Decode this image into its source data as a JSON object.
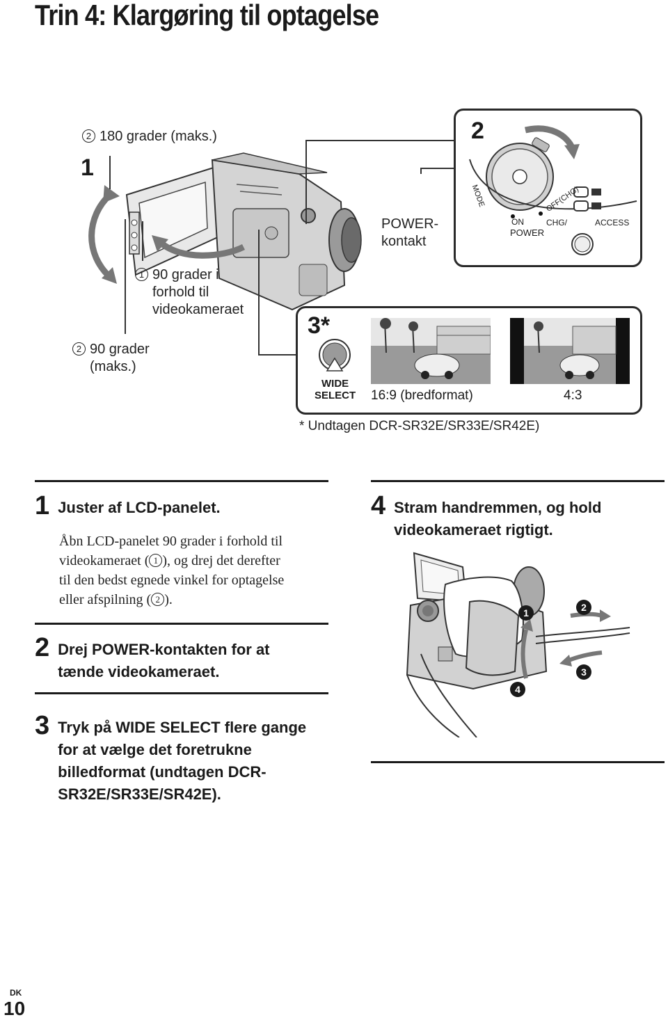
{
  "page": {
    "title": "Trin 4: Klargøring til optagelse",
    "lang_code": "DK",
    "page_number": "10"
  },
  "figure": {
    "label_1": "1",
    "label_rot180_num": "2",
    "label_rot180": "180 grader (maks.)",
    "label_90i_num": "1",
    "label_90i": [
      "90 grader i",
      "forhold til",
      "videokameraet"
    ],
    "label_90max_num": "2",
    "label_90max": [
      "90 grader",
      "(maks.)"
    ],
    "power_label": [
      "POWER-",
      "kontakt"
    ],
    "box2_num": "2",
    "dial": {
      "mode": "MODE",
      "on": "ON",
      "off_chg": "OFF(CHG)",
      "power": "POWER",
      "chg": "CHG/",
      "access": "ACCESS"
    },
    "box3_num": "3*",
    "wide_select": [
      "WIDE",
      "SELECT"
    ],
    "ratio_169": "16:9 (bredformat)",
    "ratio_43": "4:3",
    "footnote": "* Undtagen DCR-SR32E/SR33E/SR42E)"
  },
  "steps": {
    "s1": {
      "num": "1",
      "title": "Juster af LCD-panelet.",
      "body_l1": "Åbn LCD-panelet 90 grader i forhold til",
      "body_l2a": "videokameraet (",
      "body_l2_circ": "1",
      "body_l2b": "), og drej det derefter",
      "body_l3": "til den bedst egnede vinkel for optagelse",
      "body_l4a": "eller afspilning (",
      "body_l4_circ": "2",
      "body_l4b": ")."
    },
    "s2": {
      "num": "2",
      "title": [
        "Drej POWER-kontakten for at",
        "tænde videokameraet."
      ]
    },
    "s3": {
      "num": "3",
      "title": [
        "Tryk på WIDE SELECT flere gange",
        "for at vælge det foretrukne",
        "billedformat (undtagen DCR-",
        "SR32E/SR33E/SR42E)."
      ]
    },
    "s4": {
      "num": "4",
      "title": [
        "Stram handremmen, og hold",
        "videokameraet rigtigt."
      ]
    }
  },
  "hand_figure": {
    "c1": "1",
    "c2": "2",
    "c3": "3",
    "c4": "4"
  }
}
